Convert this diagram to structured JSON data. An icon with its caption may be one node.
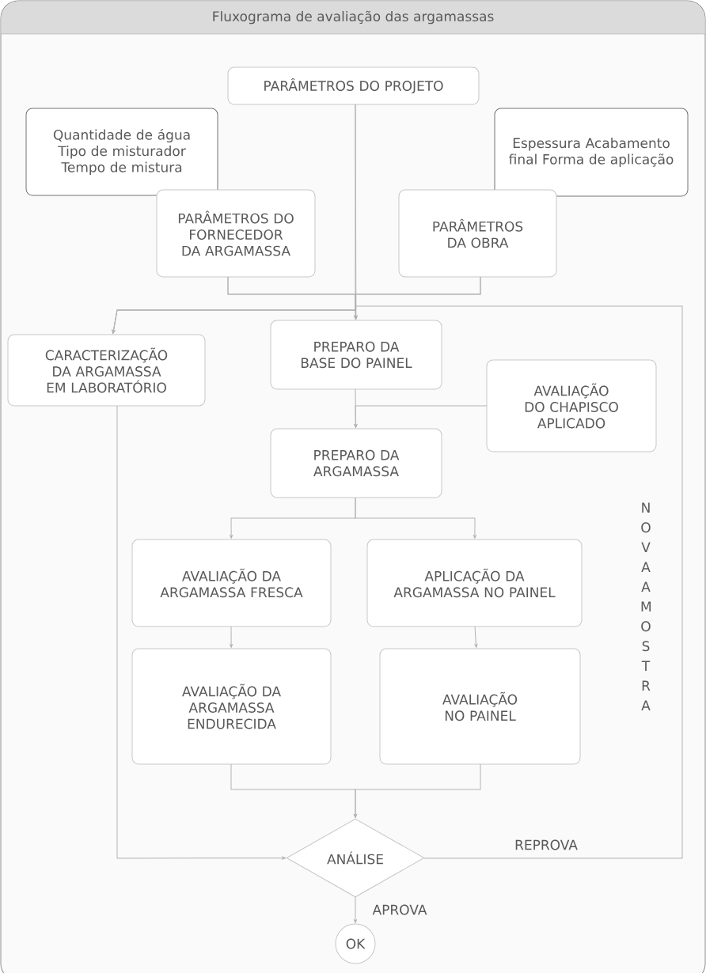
{
  "diagram": {
    "title": "Fluxograma de avaliação das argamassas",
    "nodes": [
      {
        "text": [
          "PARÂMETROS DO PROJETO"
        ]
      },
      {
        "text": [
          "Quantidade de água Tipo de misturador Tempo de mistura"
        ]
      },
      {
        "text": [
          "PARÂMETROS DO FORNECEDOR DA ARGAMASSA"
        ]
      },
      {
        "text": [
          "Espessura Acabamento final Forma de aplicação"
        ]
      },
      {
        "text": [
          "PARÂMETROS DA OBRA"
        ]
      },
      {
        "text": [
          "CARACTERIZAÇÃO DA ARGAMASSA EM LABORATÓRIO"
        ]
      },
      {
        "text": [
          "PREPARO DA BASE DO PAINEL"
        ]
      },
      {
        "text": [
          "AVALIAÇÃO DO CHAPISCO APLICADO"
        ]
      },
      {
        "text": [
          "PREPARO DA ARGAMASSA"
        ]
      },
      {
        "text": [
          "AVALIAÇÃO DA ARGAMASSA FRESCA"
        ]
      },
      {
        "text": [
          "APLICAÇÃO DA ARGAMASSA NO PAINEL"
        ]
      },
      {
        "text": [
          "AVALIAÇÃO DA ARGAMASSA ENDURECIDA"
        ]
      },
      {
        "text": [
          "AVALIAÇÃO NO PAINEL"
        ]
      },
      {
        "text": [
          "ANÁLISE"
        ]
      },
      {
        "text": [
          "OK"
        ]
      }
    ],
    "edges": [
      {
        "from": 0,
        "to": 5,
        "arrow": "to"
      },
      {
        "from": 0,
        "to": 6,
        "arrow": "to"
      },
      {
        "from": 2,
        "to": 5,
        "arrow": "to"
      },
      {
        "from": 2,
        "to": 6,
        "arrow": "to"
      },
      {
        "from": 4,
        "to": 5,
        "arrow": "to"
      },
      {
        "from": 4,
        "to": 6,
        "arrow": "to"
      },
      {
        "from": 6,
        "to": 8,
        "arrow": "to"
      },
      {
        "from": 7,
        "to": 8,
        "arrow": "to"
      },
      {
        "from": 8,
        "to": 9,
        "arrow": "to"
      },
      {
        "from": 8,
        "to": 10,
        "arrow": "to"
      },
      {
        "from": 9,
        "to": 11,
        "arrow": "to"
      },
      {
        "from": 10,
        "to": 12,
        "arrow": "to"
      },
      {
        "from": 11,
        "to": 13,
        "arrow": "to"
      },
      {
        "from": 12,
        "to": 13,
        "arrow": "to"
      },
      {
        "from": 5,
        "to": 13,
        "arrow": "to"
      },
      {
        "from": 13,
        "to": 6,
        "arrow": "to",
        "label": "REPROVA"
      },
      {
        "from": 13,
        "to": 14,
        "arrow": "to",
        "label": "APROVA"
      }
    ],
    "labels": [
      "NOVA AMOSTRA"
    ]
  }
}
